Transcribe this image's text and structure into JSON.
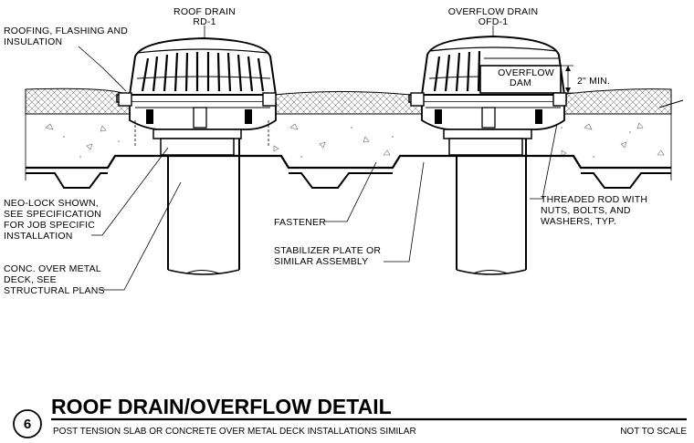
{
  "labels": {
    "roof_drain": "ROOF DRAIN",
    "roof_drain_model": "RD-1",
    "overflow_drain": "OVERFLOW DRAIN",
    "overflow_drain_model": "OFD-1",
    "roofing_1": "ROOFING, FLASHING AND",
    "roofing_2": "INSULATION",
    "overflow_dam_1": "OVERFLOW",
    "overflow_dam_2": "DAM",
    "min_height": "2\" MIN.",
    "neolock_1": "NEO-LOCK SHOWN,",
    "neolock_2": "SEE SPECIFICATION",
    "neolock_3": "FOR JOB SPECIFIC",
    "neolock_4": "INSTALLATION",
    "fastener": "FASTENER",
    "threaded_1": "THREADED ROD WITH",
    "threaded_2": "NUTS, BOLTS, AND",
    "threaded_3": "WASHERS, TYP.",
    "stabilizer_1": "STABILIZER PLATE OR",
    "stabilizer_2": "SIMILAR ASSEMBLY",
    "conc_1": "CONC. OVER METAL",
    "conc_2": "DECK, SEE",
    "conc_3": "STRUCTURAL PLANS"
  },
  "title_block": {
    "detail_number": "6",
    "title": "ROOF DRAIN/OVERFLOW DETAIL",
    "subtitle": "POST TENSION SLAB OR CONCRETE OVER METAL DECK INSTALLATIONS SIMILAR",
    "scale": "NOT TO SCALE"
  }
}
